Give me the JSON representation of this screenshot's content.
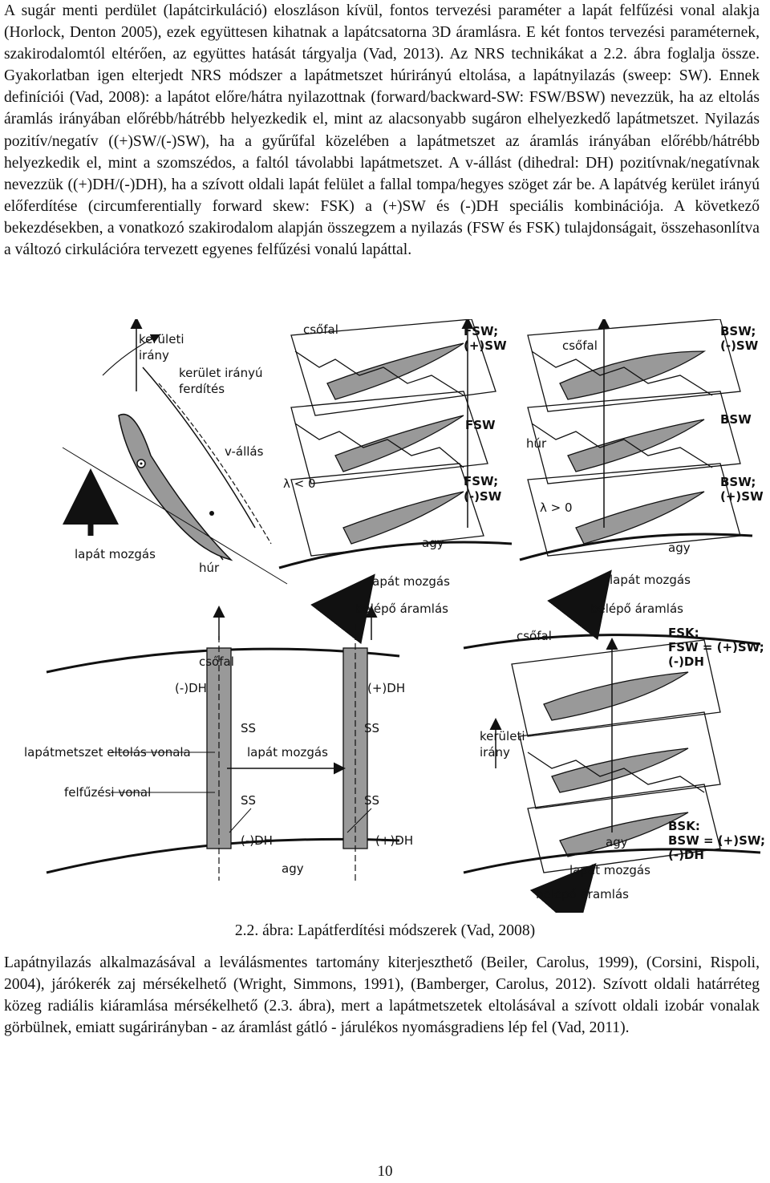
{
  "paragraph_1": "A sugár menti perdület (lapátcirkuláció) eloszláson kívül, fontos tervezési paraméter a lapát felfűzési vonal alakja (Horlock, Denton 2005), ezek együttesen kihatnak a lapátcsatorna 3D áramlásra. E két fontos tervezési paraméternek, szakirodalomtól eltérően, az együttes hatását tárgyalja (Vad, 2013). Az NRS technikákat a 2.2. ábra foglalja össze. Gyakorlatban igen elterjedt NRS módszer a lapátmetszet húrirányú eltolása, a lapátnyilazás (sweep: SW). Ennek definíciói (Vad, 2008): a lapátot előre/hátra nyilazottnak (forward/backward-SW: FSW/BSW) nevezzük, ha az eltolás áramlás irányában előrébb/hátrébb helyezkedik el, mint az alacsonyabb sugáron elhelyezkedő lapátmetszet. Nyilazás pozitív/negatív ((+)SW/(-)SW), ha a gyűrűfal közelében a lapátmetszet az áramlás irányában előrébb/hátrébb helyezkedik el, mint a szomszédos, a faltól távolabbi lapátmetszet. A v-állást (dihedral: DH) pozitívnak/negatívnak nevezzük ((+)DH/(-)DH), ha a szívott oldali lapát felület a fallal tompa/hegyes szöget zár be. A lapátvég kerület irányú előferdítése (circumferentially forward skew: FSK) a (+)SW és (-)DH speciális kombinációja. A következő bekezdésekben, a vonatkozó szakirodalom alapján összegzem a nyilazás (FSW és FSK) tulajdonságait, összehasonlítva a változó cirkulációra tervezett egyenes felfűzési vonalú lapáttal.",
  "figure": {
    "topleft": {
      "keruleti_irany": [
        "kerületi",
        "irány"
      ],
      "kerulet_iranyu_ferdites": [
        "kerület irányú",
        "ferdítés"
      ],
      "v_allas": "v-állás",
      "lapat_mozgas": "lapát mozgás",
      "hur": "húr"
    },
    "topmid": {
      "csofal": "csőfal",
      "fsw_plus": [
        "FSW;",
        "(+)SW"
      ],
      "fsw": "FSW",
      "fsw_minus": [
        "FSW;",
        "(-)SW"
      ],
      "lambda": "λ < 0",
      "agy": "agy",
      "lapat_mozgas": "lapát mozgás",
      "belepo_aramlas": "belépő áramlás"
    },
    "topright": {
      "csofal": "csőfal",
      "bsw_minus": [
        "BSW;",
        "(-)SW"
      ],
      "bsw": "BSW",
      "hur": "húr",
      "bsw_plus": [
        "BSW;",
        "(+)SW"
      ],
      "lambda": "λ > 0",
      "agy": "agy",
      "lapat_mozgas": "lapát mozgás",
      "belepo_aramlas": "belépő áramlás"
    },
    "bottomleft": {
      "csofal": "csőfal",
      "minus_dh_top": "(-)DH",
      "plus_dh_top": "(+)DH",
      "ss1": "SS",
      "ss2": "SS",
      "ss3": "SS",
      "ss4": "SS",
      "eltolas_vonala": "lapátmetszet eltolás vonala",
      "lapat_mozgas": "lapát mozgás",
      "felfuzesi_vonal": "felfűzési vonal",
      "minus_dh_bottom": "(-)DH",
      "plus_dh_bottom": "(+)DH",
      "agy": "agy"
    },
    "bottomright": {
      "csofal": "csőfal",
      "fsk": [
        "FSK:",
        "FSW = (+)SW;",
        "(-)DH"
      ],
      "keruleti_irany": [
        "kerületi",
        "irány"
      ],
      "agy": "agy",
      "bsk": [
        "BSK:",
        "BSW = (+)SW;",
        "(-)DH"
      ],
      "lapat_mozgas": "lapát mozgás",
      "belepo_aramlas": "belépő áramlás"
    }
  },
  "caption": "2.2. ábra: Lapátferdítési módszerek (Vad, 2008)",
  "paragraph_2": "Lapátnyilazás alkalmazásával a leválásmentes tartomány kiterjeszthető (Beiler, Carolus, 1999), (Corsini, Rispoli, 2004), járókerék zaj mérsékelhető (Wright, Simmons, 1991), (Bamberger, Carolus, 2012). Szívott oldali határréteg közeg radiális kiáramlása mérsékelhető (2.3. ábra), mert a lapátmetszetek eltolásával a szívott oldali izobár vonalak görbülnek, emiatt sugárirányban - az áramlást gátló - járulékos nyomásgradiens lép fel (Vad, 2011).",
  "page_number": "10"
}
